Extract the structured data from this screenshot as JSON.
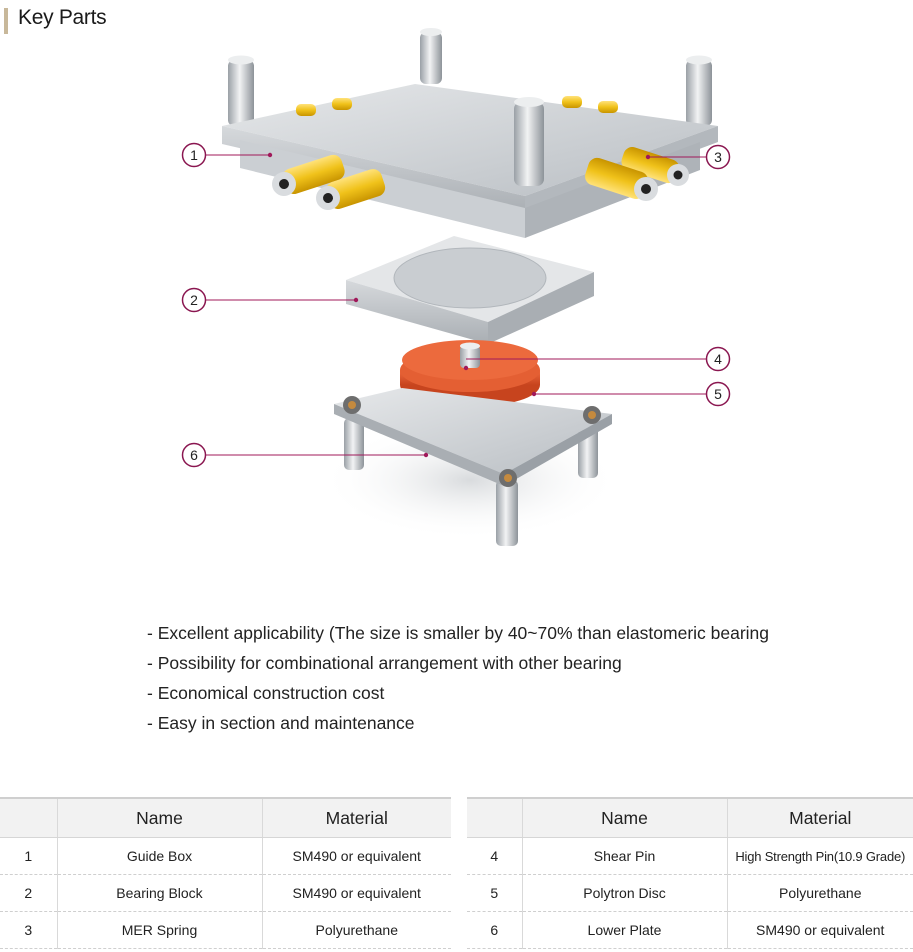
{
  "title": "Key Parts",
  "callouts": [
    "1",
    "2",
    "3",
    "4",
    "5",
    "6"
  ],
  "features": [
    "- Excellent applicability (The size is smaller by 40~70% than elastomeric bearing",
    "- Possibility for combinational arrangement with other bearing",
    "- Economical construction cost",
    "- Easy in section and maintenance"
  ],
  "table": {
    "headers": [
      "",
      "Name",
      "Material"
    ],
    "left_rows": [
      [
        "1",
        "Guide Box",
        "SM490 or equivalent"
      ],
      [
        "2",
        "Bearing Block",
        "SM490 or equivalent"
      ],
      [
        "3",
        "MER Spring",
        "Polyurethane"
      ]
    ],
    "right_rows": [
      [
        "4",
        "Shear Pin",
        "High Strength Pin(10.9 Grade)"
      ],
      [
        "5",
        "Polytron Disc",
        "Polyurethane"
      ],
      [
        "6",
        "Lower Plate",
        "SM490 or equivalent"
      ]
    ]
  },
  "colors": {
    "accent": "#a0195a",
    "spring": "#f0c21a",
    "disc": "#e0552e",
    "steel": "#c9cdd1"
  }
}
